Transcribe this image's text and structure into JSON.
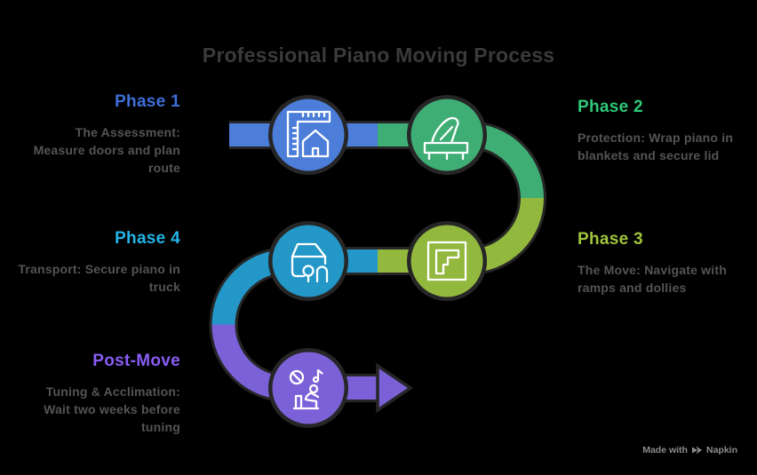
{
  "title": "Professional Piano Moving Process",
  "phases": [
    {
      "label": "Phase 1",
      "desc_lines": [
        "The Assessment:",
        "Measure doors and plan",
        "route"
      ],
      "align": "right",
      "icon": "ruler-house-icon",
      "label_color": "#3f6fd8",
      "node_color": "#4c7ed9"
    },
    {
      "label": "Phase 2",
      "desc_lines": [
        "Protection: Wrap piano in",
        "blankets and secure lid"
      ],
      "align": "left",
      "icon": "grand-piano-icon",
      "label_color": "#2fc878",
      "node_color": "#3fae74"
    },
    {
      "label": "Phase 3",
      "desc_lines": [
        "The Move: Navigate with",
        "ramps and dollies"
      ],
      "align": "left",
      "icon": "floor-plan-icon",
      "label_color": "#9fc43c",
      "node_color": "#93b83e"
    },
    {
      "label": "Phase 4",
      "desc_lines": [
        "Transport: Secure piano in",
        "truck"
      ],
      "align": "right",
      "icon": "moving-truck-icon",
      "label_color": "#25b4e8",
      "node_color": "#2397c7"
    },
    {
      "label": "Post-Move",
      "desc_lines": [
        "Tuning & Acclimation:",
        "Wait two weeks before",
        "tuning"
      ],
      "align": "right",
      "icon": "no-tuning-person-icon",
      "label_color": "#8a5cf5",
      "node_color": "#7b61d8"
    }
  ],
  "footer": {
    "made_with": "Made with",
    "brand": "Napkin"
  },
  "colors": {
    "background": "#000000",
    "title_text": "#3a3a3a",
    "desc_text": "#545454",
    "outline": "#262626",
    "blue": "#4c7ed9",
    "green": "#3fae74",
    "lime": "#93b83e",
    "teal": "#2397c7",
    "purple": "#7b61d8",
    "icon_stroke": "#ffffff",
    "footer_text": "#8c8c8c"
  }
}
